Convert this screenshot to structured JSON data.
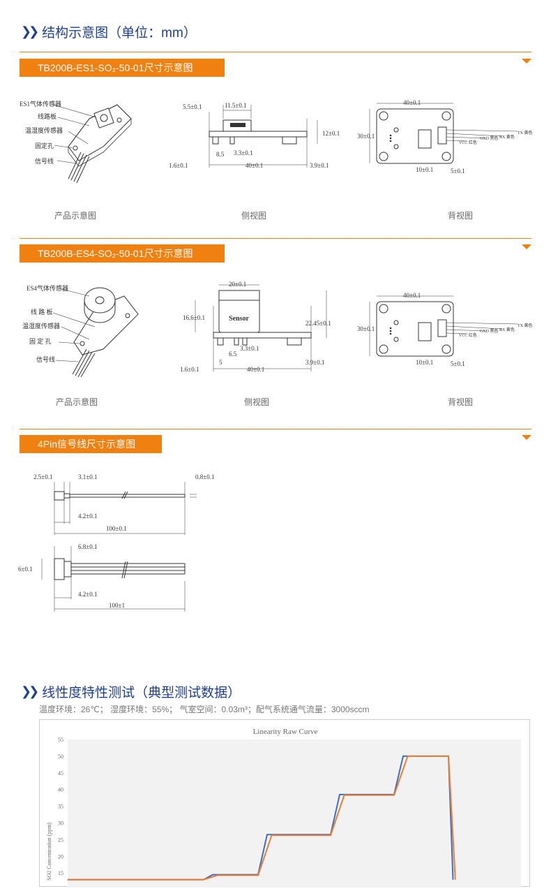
{
  "section1": {
    "title": "结构示意图（单位：mm）"
  },
  "banner1": {
    "label": "TB200B-ES1-SO₂-50-01尺寸示意图"
  },
  "banner2": {
    "label": "TB200B-ES4-SO₂-50-01尺寸示意图"
  },
  "banner3": {
    "label": "4Pin信号线尺寸示意图"
  },
  "captions": {
    "product": "产品示意图",
    "side": "侧视图",
    "back": "背视图"
  },
  "es1_labels": {
    "sensor": "ES1气体传感器",
    "board": "线路板",
    "temp": "温湿度传感器",
    "hole": "固定孔",
    "wire": "信号线"
  },
  "es4_labels": {
    "sensor": "ES4气体传感器",
    "board": "线 路 板",
    "temp": "温湿度传感器",
    "hole": "固 定 孔",
    "wire": "信号线"
  },
  "es1_side_dims": {
    "a": "5.5±0.1",
    "b": "11.5±0.1",
    "c": "12±0.1",
    "d": "8.5",
    "e": "3.3±0.1",
    "f": "1.6±0.1",
    "g": "40±0.1",
    "h": "3.9±0.1"
  },
  "es4_side_dims": {
    "a": "20±0.1",
    "b": "16.6±0.1",
    "c": "22.45±0.1",
    "d": "3.3±0.1",
    "e": "6.5",
    "f": "5",
    "g": "1.6±0.1",
    "h": "40±0.1",
    "i": "3.9±0.1",
    "sensor": "Sensor"
  },
  "back_dims": {
    "w": "40±0.1",
    "h": "30±0.1",
    "b1": "10±0.1",
    "b2": "5±0.1",
    "tx": "TX 黄色",
    "rx": "RX 黄色",
    "gnd": "GND 黑色",
    "vcc": "VCC 红色"
  },
  "cable_dims": {
    "a": "2.5±0.1",
    "b": "3.1±0.1",
    "c": "0.8±0.1",
    "d": "4.2±0.1",
    "e": "100±0.1",
    "f": "6.8±0.1",
    "g": "6±0.1",
    "h": "4.2±0.1",
    "i": "100±1"
  },
  "section2": {
    "title": "线性度特性测试（典型测试数据）"
  },
  "conditions": "温度环境：26℃；  湿度环境：55%；  气室空间：0.03m³；配气系统通气流量：3000sccm",
  "colors": {
    "accent": "#f08010",
    "brand": "#1f3f8f",
    "series1": "#3a6fc4",
    "series2": "#ed7d31"
  },
  "chart_data": {
    "type": "line",
    "title": "Linearity Raw Curve",
    "ylabel": "SO2 Concentration (ppm)",
    "xlabel": "",
    "ylim": [
      15,
      55
    ],
    "yticks": [
      "55",
      "50",
      "45",
      "40",
      "35",
      "30",
      "25",
      "20",
      "15"
    ],
    "series": [
      {
        "values": [
          [
            0,
            13
          ],
          [
            0.3,
            13
          ],
          [
            0.32,
            14.5
          ],
          [
            0.42,
            14.5
          ],
          [
            0.44,
            26.5
          ],
          [
            0.58,
            26.5
          ],
          [
            0.6,
            38.5
          ],
          [
            0.72,
            38.5
          ],
          [
            0.74,
            50
          ],
          [
            0.84,
            50
          ],
          [
            0.85,
            13
          ]
        ]
      },
      {
        "values": [
          [
            0,
            13
          ],
          [
            0.3,
            13
          ],
          [
            0.33,
            14.3
          ],
          [
            0.42,
            14.3
          ],
          [
            0.45,
            26.3
          ],
          [
            0.58,
            26.3
          ],
          [
            0.61,
            38.3
          ],
          [
            0.72,
            38.3
          ],
          [
            0.75,
            50
          ],
          [
            0.84,
            50
          ],
          [
            0.855,
            13
          ]
        ]
      }
    ]
  }
}
